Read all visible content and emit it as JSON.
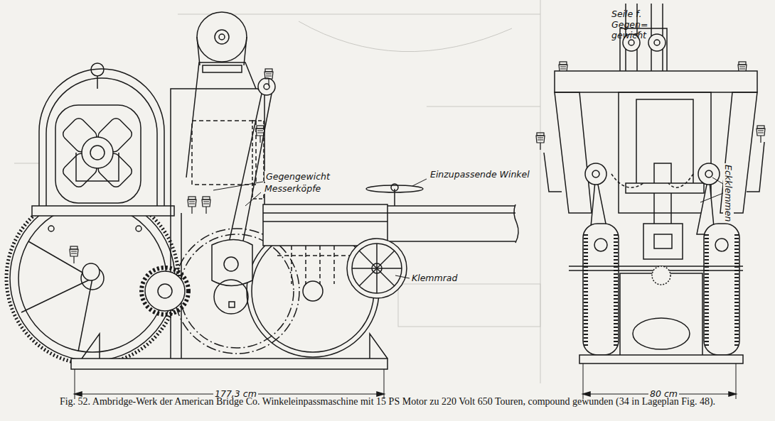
{
  "diagram": {
    "caption": "Fig. 52. Ambridge-Werk der American Bridge Co. Winkeleinpassmaschine mit 15 PS Motor zu 220 Volt 650 Touren, compound gewunden (34 in Lageplan Fig. 48).",
    "labels": [
      "Seile f. Gegen= gewicht",
      "Gegengewicht",
      "Messerköpfe",
      "Einzupassende Winkel",
      "Klemmrad",
      "Eckklemmen",
      "177,3 cm",
      "80 cm"
    ]
  }
}
